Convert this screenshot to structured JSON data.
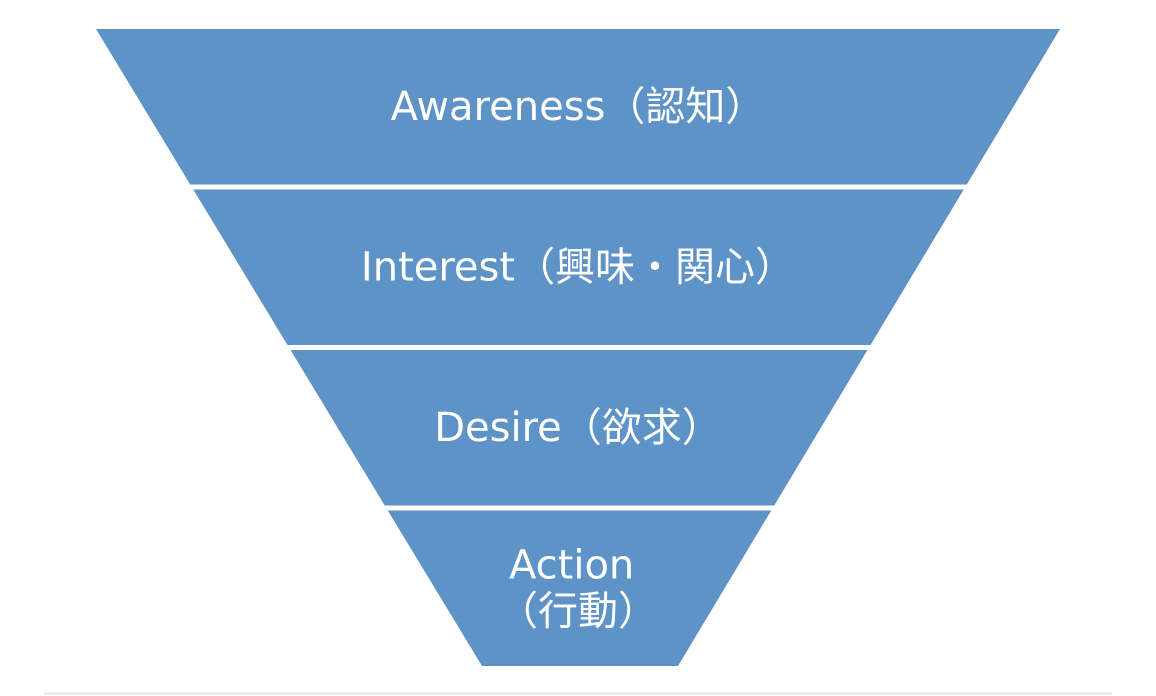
{
  "diagram": {
    "type": "funnel",
    "model": "AIDMA/AIDA funnel",
    "fill_color": "#5E93C7",
    "text_color": "#FFFFFF",
    "stages": [
      {
        "id": "awareness",
        "label": "Awareness（認知）",
        "lines": [
          "Awareness（認知）"
        ]
      },
      {
        "id": "interest",
        "label": "Interest（興味・関心）",
        "lines": [
          "Interest（興味・関心）"
        ]
      },
      {
        "id": "desire",
        "label": "Desire（欲求）",
        "lines": [
          "Desire（欲求）"
        ]
      },
      {
        "id": "action",
        "label": "Action（行動）",
        "lines": [
          "Action",
          "（行動）"
        ]
      }
    ]
  }
}
